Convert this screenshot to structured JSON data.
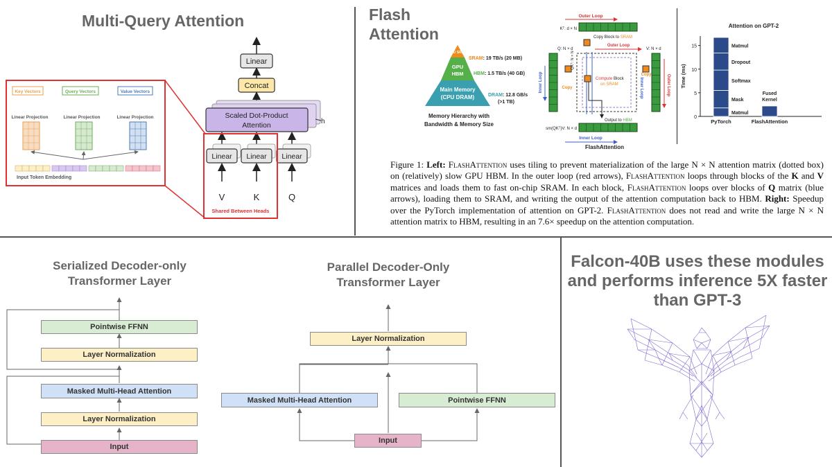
{
  "mqa": {
    "title": "Multi-Query Attention",
    "key_vectors": "Key Vectors",
    "query_vectors": "Query Vectors",
    "value_vectors": "Value Vectors",
    "linear_projection": "Linear Projection",
    "input_token_embedding": "Input Token Embedding",
    "linear": "Linear",
    "concat": "Concat",
    "sdpa_line1": "Scaled Dot-Product",
    "sdpa_line2": "Attention",
    "h": "h",
    "v": "V",
    "k": "K",
    "q": "Q",
    "shared": "Shared Between Heads",
    "colors": {
      "key": "#e8a04c",
      "query": "#6aae5b",
      "value": "#4a7bb7",
      "highlight": "#e03030",
      "sdpa": "#c9b5e8"
    }
  },
  "flash": {
    "title_line1": "Flash",
    "title_line2": "Attention",
    "pyramid": {
      "sram_label": "SRAM",
      "sram_spec": ": 19 TB/s (20 MB)",
      "gpu_sram": "GPU SRAM",
      "hbm_label": "HBM",
      "hbm_spec": ": 1.5 TB/s (40 GB)",
      "gpu_hbm_line1": "GPU",
      "gpu_hbm_line2": "HBM",
      "dram_label": "DRAM",
      "dram_spec_line1": ": 12.8 GB/s",
      "dram_spec_line2": "(>1 TB)",
      "main_mem_line1": "Main Memory",
      "main_mem_line2": "(CPU DRAM)",
      "caption_line1": "Memory Hierarchy with",
      "caption_line2": "Bandwidth & Memory Size"
    },
    "tiling": {
      "outer_loop": "Outer Loop",
      "kt": "Kᵀ: d × N",
      "copy_block_to": "Copy Block to ",
      "sram": "SRAM",
      "q_label": "Q: N × d",
      "v_label": "V: N × d",
      "qkt": "QKᵀ: N × N",
      "copy": "Copy",
      "compute_block": "Compute",
      "block": " Block",
      "on_sram": "on SRAM",
      "inner_loop": "Inner Loop",
      "output_to": "Output to ",
      "hbm": "HBM",
      "sm_label": "sm(QKᵀ)V: N × d",
      "flash_label": "FlashAttention"
    },
    "chart_data": {
      "type": "bar",
      "title": "Attention on GPT-2",
      "ylabel": "Time (ms)",
      "ylim": [
        0,
        17
      ],
      "yticks": [
        0,
        5,
        10,
        15
      ],
      "categories": [
        "PyTorch",
        "FlashAttention"
      ],
      "series": [
        {
          "name": "Matmul",
          "values": [
            1.8,
            0
          ]
        },
        {
          "name": "Mask",
          "values": [
            3.7,
            0
          ]
        },
        {
          "name": "Softmax",
          "values": [
            4.3,
            0
          ]
        },
        {
          "name": "Dropout",
          "values": [
            3.6,
            0
          ]
        },
        {
          "name": "Matmul",
          "values": [
            3.3,
            0
          ]
        },
        {
          "name": "Fused Kernel",
          "values": [
            0,
            2.2
          ]
        }
      ],
      "fused_line1": "Fused",
      "fused_line2": "Kernel"
    },
    "caption": {
      "figure": "Figure 1: ",
      "left": "Left:",
      "flash_sc": "FlashAttention",
      "p1": " uses tiling to prevent materialization of the large N × N attention matrix (dotted box) on (relatively) slow GPU HBM. In the outer loop (red arrows), ",
      "p2": " loops through blocks of the ",
      "k": "K",
      "and": " and ",
      "v": "V",
      "p3": " matrices and loads them to fast on-chip SRAM. In each block, ",
      "p4": " loops over blocks of ",
      "q": "Q",
      "p5": " matrix (blue arrows), loading them to SRAM, and writing the output of the attention computation back to HBM. ",
      "right": "Right:",
      "p6": " Speedup over the PyTorch implementation of attention on GPT-2. ",
      "p7": " does not read and write the large N × N attention matrix to HBM, resulting in an 7.6× speedup on the attention computation."
    }
  },
  "serial": {
    "title_line1": "Serialized Decoder-only",
    "title_line2": "Transformer Layer",
    "ffnn": "Pointwise FFNN",
    "ln2": "Layer Normalization",
    "mha": "Masked Multi-Head Attention",
    "ln1": "Layer Normalization",
    "input": "Input"
  },
  "parallel": {
    "title_line1": "Parallel Decoder-Only",
    "title_line2": "Transformer Layer",
    "ln": "Layer Normalization",
    "mha": "Masked Multi-Head Attention",
    "ffnn": "Pointwise FFNN",
    "input": "Input"
  },
  "falcon": {
    "line1": "Falcon-40B uses these modules",
    "line2": "and performs inference 5X faster",
    "line3": "than GPT-3"
  }
}
